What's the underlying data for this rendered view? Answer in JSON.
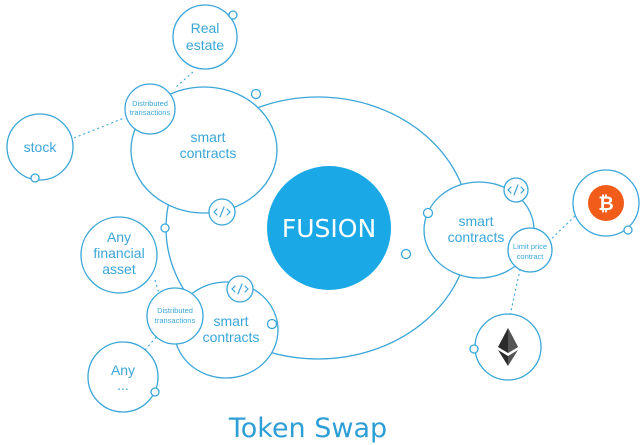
{
  "center": {
    "label": "FUSION",
    "color": "#1aa9e6"
  },
  "accent_color": "#3aa6d8",
  "nodes": {
    "real_estate": [
      "Real",
      "estate"
    ],
    "stock": "stock",
    "any_financial_asset": [
      "Any",
      "financial",
      "asset"
    ],
    "any_more": [
      "Any",
      "..."
    ],
    "bitcoin": {
      "icon": "bitcoin-icon",
      "color": "#f25c1b"
    },
    "ethereum": {
      "icon": "ethereum-icon"
    }
  },
  "hubs": {
    "top_left": {
      "label": [
        "smart",
        "contracts"
      ],
      "sub": [
        "Distributed",
        "transactions"
      ]
    },
    "bottom_left": {
      "label": [
        "smart",
        "contracts"
      ],
      "sub": [
        "Distributed",
        "transactions"
      ]
    },
    "right": {
      "label": [
        "smart",
        "contracts"
      ],
      "sub": [
        "Limit price",
        "contract"
      ]
    }
  },
  "code_icon": "code-icon",
  "footer_title": "Token Swap"
}
